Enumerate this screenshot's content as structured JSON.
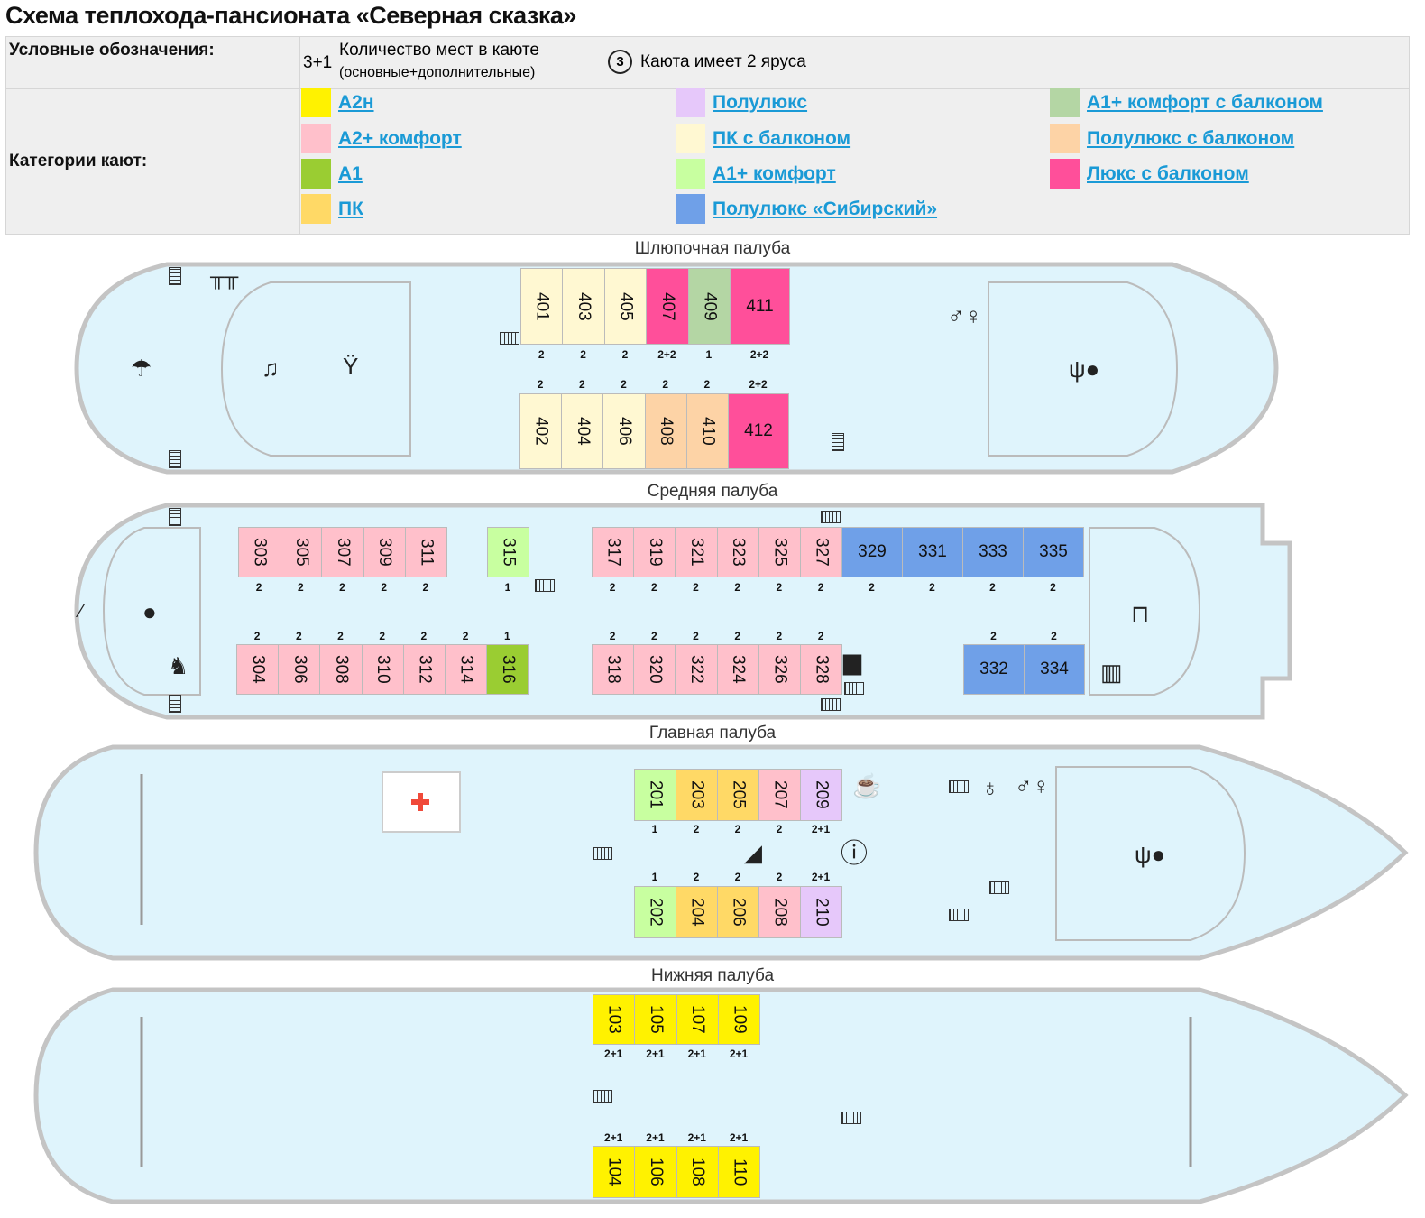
{
  "title": "Схема теплохода-пансионата «Северная сказка»",
  "legend": {
    "symbols_label": "Условные обозначения:",
    "berth_example": "3+1",
    "berth_text": "Количество мест в каюте",
    "berth_subtext": "(основные+дополнительные)",
    "tier_example": "3",
    "tier_text": "Каюта имеет 2 яруса",
    "categories_label": "Категории кают:",
    "categories": [
      {
        "key": "a2n",
        "name": "А2н",
        "color": "#fff200"
      },
      {
        "key": "a2pk",
        "name": "А2+ комфорт",
        "color": "#ffc0cb"
      },
      {
        "key": "a1",
        "name": "А1",
        "color": "#9acd32"
      },
      {
        "key": "pk",
        "name": "ПК",
        "color": "#ffd966"
      },
      {
        "key": "pl",
        "name": "Полулюкс",
        "color": "#e6c8fa"
      },
      {
        "key": "pkb",
        "name": "ПК с балконом",
        "color": "#fff8d2"
      },
      {
        "key": "a1pk",
        "name": "А1+ комфорт",
        "color": "#c8ffa0"
      },
      {
        "key": "pls",
        "name": "Полулюкс «Сибирский»",
        "color": "#6fa0e8"
      },
      {
        "key": "a1pkb",
        "name": "А1+ комфорт с балконом",
        "color": "#b4d6a4"
      },
      {
        "key": "plb",
        "name": "Полулюкс с балконом",
        "color": "#fdd3a6"
      },
      {
        "key": "lb",
        "name": "Люкс с балконом",
        "color": "#ff4f9a"
      }
    ]
  },
  "decks": [
    {
      "title": "Шлюпочная палуба",
      "cabins": [
        {
          "num": "401",
          "cat": "pkb",
          "berths": "2"
        },
        {
          "num": "403",
          "cat": "pkb",
          "berths": "2"
        },
        {
          "num": "405",
          "cat": "pkb",
          "berths": "2"
        },
        {
          "num": "407",
          "cat": "lb",
          "berths": "2+2"
        },
        {
          "num": "409",
          "cat": "a1pkb",
          "berths": "1"
        },
        {
          "num": "411",
          "cat": "lb",
          "berths": "2+2"
        },
        {
          "num": "402",
          "cat": "pkb",
          "berths": "2"
        },
        {
          "num": "404",
          "cat": "pkb",
          "berths": "2"
        },
        {
          "num": "406",
          "cat": "pkb",
          "berths": "2"
        },
        {
          "num": "408",
          "cat": "plb",
          "berths": "2"
        },
        {
          "num": "410",
          "cat": "plb",
          "berths": "2"
        },
        {
          "num": "412",
          "cat": "lb",
          "berths": "2+2"
        }
      ]
    },
    {
      "title": "Средняя палуба",
      "cabins": [
        {
          "num": "303",
          "cat": "a2pk",
          "berths": "2"
        },
        {
          "num": "305",
          "cat": "a2pk",
          "berths": "2"
        },
        {
          "num": "307",
          "cat": "a2pk",
          "berths": "2"
        },
        {
          "num": "309",
          "cat": "a2pk",
          "berths": "2"
        },
        {
          "num": "311",
          "cat": "a2pk",
          "berths": "2"
        },
        {
          "num": "315",
          "cat": "a1pk",
          "berths": "1"
        },
        {
          "num": "317",
          "cat": "a2pk",
          "berths": "2"
        },
        {
          "num": "319",
          "cat": "a2pk",
          "berths": "2"
        },
        {
          "num": "321",
          "cat": "a2pk",
          "berths": "2"
        },
        {
          "num": "323",
          "cat": "a2pk",
          "berths": "2"
        },
        {
          "num": "325",
          "cat": "a2pk",
          "berths": "2"
        },
        {
          "num": "327",
          "cat": "a2pk",
          "berths": "2"
        },
        {
          "num": "329",
          "cat": "pls",
          "berths": "2"
        },
        {
          "num": "331",
          "cat": "pls",
          "berths": "2"
        },
        {
          "num": "333",
          "cat": "pls",
          "berths": "2"
        },
        {
          "num": "335",
          "cat": "pls",
          "berths": "2"
        },
        {
          "num": "304",
          "cat": "a2pk",
          "berths": "2"
        },
        {
          "num": "306",
          "cat": "a2pk",
          "berths": "2"
        },
        {
          "num": "308",
          "cat": "a2pk",
          "berths": "2"
        },
        {
          "num": "310",
          "cat": "a2pk",
          "berths": "2"
        },
        {
          "num": "312",
          "cat": "a2pk",
          "berths": "2"
        },
        {
          "num": "314",
          "cat": "a2pk",
          "berths": "2"
        },
        {
          "num": "316",
          "cat": "a1",
          "berths": "1"
        },
        {
          "num": "318",
          "cat": "a2pk",
          "berths": "2"
        },
        {
          "num": "320",
          "cat": "a2pk",
          "berths": "2"
        },
        {
          "num": "322",
          "cat": "a2pk",
          "berths": "2"
        },
        {
          "num": "324",
          "cat": "a2pk",
          "berths": "2"
        },
        {
          "num": "326",
          "cat": "a2pk",
          "berths": "2"
        },
        {
          "num": "328",
          "cat": "a2pk",
          "berths": "2"
        },
        {
          "num": "332",
          "cat": "pls",
          "berths": "2"
        },
        {
          "num": "334",
          "cat": "pls",
          "berths": "2"
        }
      ]
    },
    {
      "title": "Главная палуба",
      "cabins": [
        {
          "num": "201",
          "cat": "a1pk",
          "berths": "1"
        },
        {
          "num": "203",
          "cat": "pk",
          "berths": "2"
        },
        {
          "num": "205",
          "cat": "pk",
          "berths": "2"
        },
        {
          "num": "207",
          "cat": "a2pk",
          "berths": "2"
        },
        {
          "num": "209",
          "cat": "pl",
          "berths": "2+1"
        },
        {
          "num": "202",
          "cat": "a1pk",
          "berths": "1"
        },
        {
          "num": "204",
          "cat": "pk",
          "berths": "2"
        },
        {
          "num": "206",
          "cat": "pk",
          "berths": "2"
        },
        {
          "num": "208",
          "cat": "a2pk",
          "berths": "2"
        },
        {
          "num": "210",
          "cat": "pl",
          "berths": "2+1"
        }
      ]
    },
    {
      "title": "Нижняя палуба",
      "cabins": [
        {
          "num": "103",
          "cat": "a2n",
          "berths": "2+1"
        },
        {
          "num": "105",
          "cat": "a2n",
          "berths": "2+1"
        },
        {
          "num": "107",
          "cat": "a2n",
          "berths": "2+1"
        },
        {
          "num": "109",
          "cat": "a2n",
          "berths": "2+1"
        },
        {
          "num": "104",
          "cat": "a2n",
          "berths": "2+1"
        },
        {
          "num": "106",
          "cat": "a2n",
          "berths": "2+1"
        },
        {
          "num": "108",
          "cat": "a2n",
          "berths": "2+1"
        },
        {
          "num": "110",
          "cat": "a2n",
          "berths": "2+1"
        }
      ]
    }
  ]
}
